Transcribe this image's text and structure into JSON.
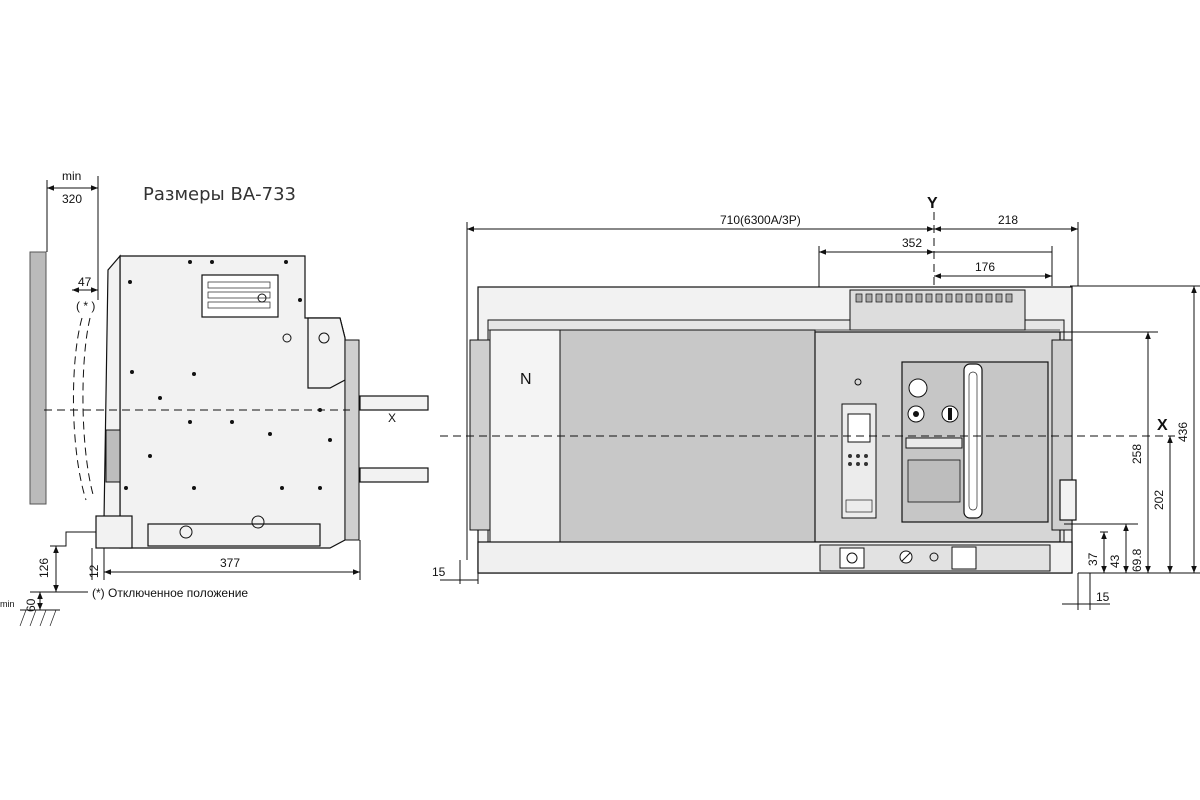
{
  "title": "Размеры ВА-733",
  "side_view": {
    "min_label": "min",
    "min_value": "320",
    "dim_47": "47",
    "mark_star": "( * )",
    "dim_x": "X",
    "dim_377": "377",
    "dim_12": "12",
    "dim_126": "126",
    "dim_60": "60",
    "min_small": "min",
    "footnote": "(*) Отключенное положение"
  },
  "front_view": {
    "axis_y": "Y",
    "axis_x": "X",
    "dim_width": "710(6300A/3P)",
    "dim_218": "218",
    "dim_352": "352",
    "dim_176": "176",
    "dim_436": "436",
    "dim_258": "258",
    "dim_202": "202",
    "dim_69_8": "69.8",
    "dim_43": "43",
    "dim_37": "37",
    "dim_15_left": "15",
    "dim_15_right": "15",
    "neutral_label": "N"
  }
}
